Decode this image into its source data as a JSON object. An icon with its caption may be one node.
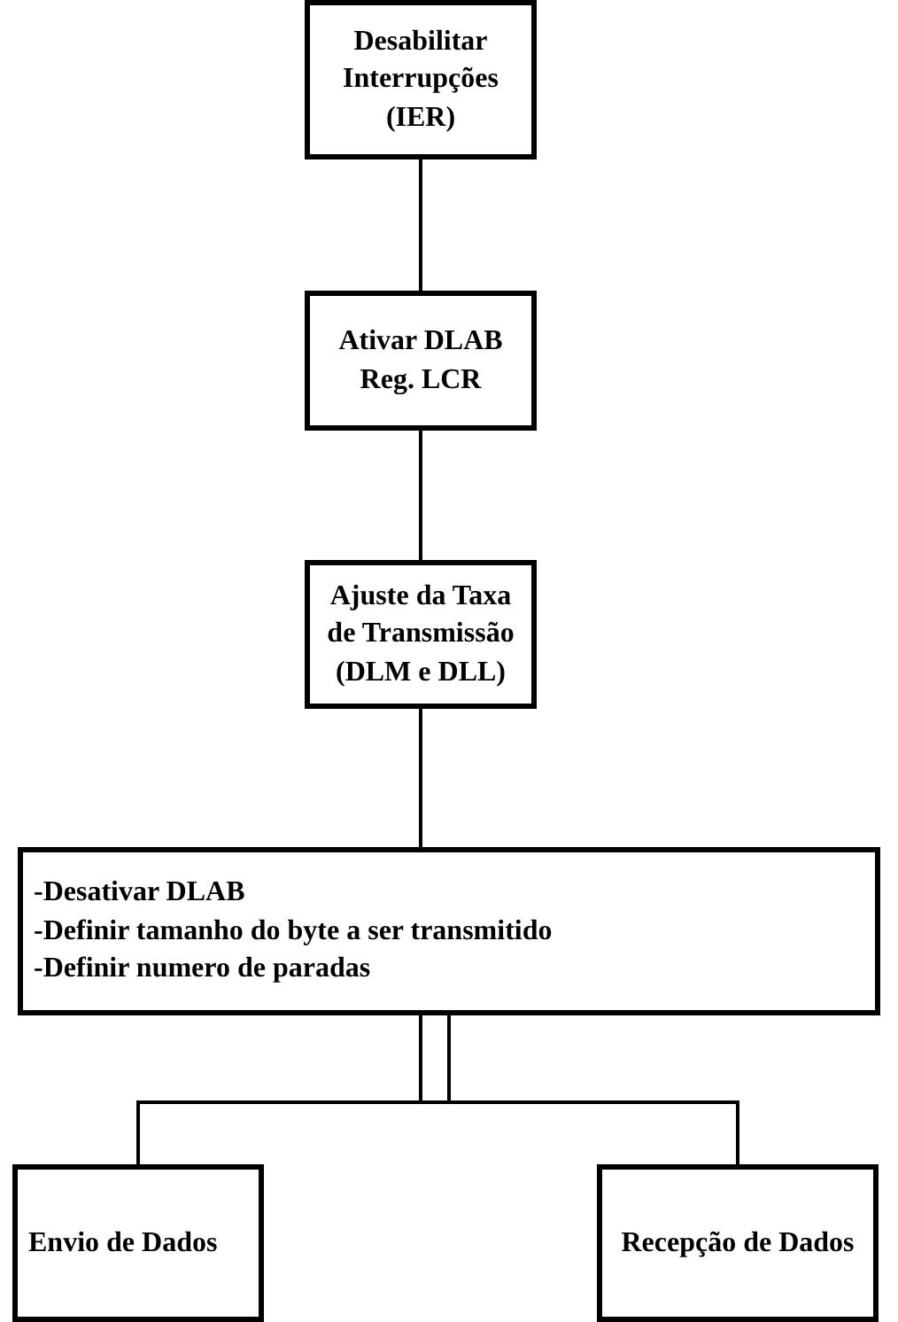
{
  "diagram": {
    "nodes": [
      {
        "text": [
          "Desabilitar Interrupções (IER)"
        ]
      },
      {
        "text": [
          "Ativar DLAB Reg. LCR"
        ]
      },
      {
        "text": [
          "Ajuste da Taxa de Transmissão (DLM e DLL)"
        ]
      },
      {
        "text": [
          "-Desativar DLAB",
          "-Definir tamanho do byte a ser transmitido",
          "-Definir numero de paradas"
        ]
      },
      {
        "text": [
          "Envio de Dados"
        ]
      },
      {
        "text": [
          "Recepção de Dados"
        ]
      }
    ],
    "edges": [
      {
        "from": 0,
        "to": 1,
        "arrow": "none"
      },
      {
        "from": 1,
        "to": 2,
        "arrow": "none"
      },
      {
        "from": 2,
        "to": 3,
        "arrow": "none"
      },
      {
        "from": 3,
        "to": 4,
        "arrow": "none"
      },
      {
        "from": 3,
        "to": 5,
        "arrow": "none"
      }
    ]
  }
}
